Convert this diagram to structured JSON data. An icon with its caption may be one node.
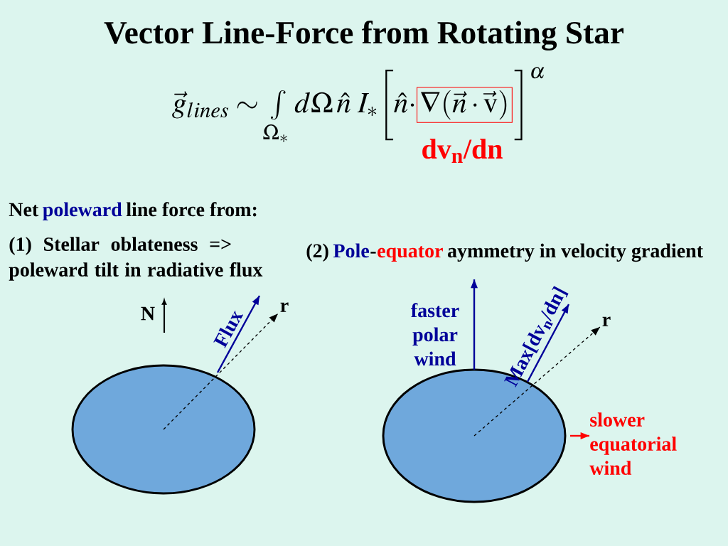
{
  "diagram": {
    "title": "Vector Line-Force from Rotating Star",
    "nodes": [
      {
        "text": [],
        "shape": "ellipse"
      },
      {
        "text": [
          "r"
        ]
      },
      {
        "text": [],
        "shape": "ellipse"
      },
      {
        "text": [
          "r"
        ]
      },
      {
        "text": [
          "slower equatorial wind"
        ]
      }
    ],
    "edges": [
      {
        "from": 0,
        "to": null,
        "arrow": "to",
        "label": "Flux"
      },
      {
        "from": 0,
        "to": 1,
        "arrow": "to",
        "style": "dashed",
        "color": "#000000"
      },
      {
        "from": 2,
        "to": null,
        "arrow": "to"
      },
      {
        "from": 2,
        "to": null,
        "arrow": "to",
        "label": "Max[dv$_{n}$/dn]"
      },
      {
        "from": 2,
        "to": 3,
        "arrow": "to",
        "style": "dashed",
        "color": "#000000"
      },
      {
        "from": 2,
        "to": 4,
        "arrow": "to",
        "color": "#ff0000"
      }
    ],
    "labels": [
      "\\vec g_{lines} \\sim \\int\\limits_{\\Omega_*} d\\Omega\\,\\hat n\\; I_*\\biggl[\\hat n\\cdot",
      "\\nabla(\\vec n\\cdot\\vec{\\mathrm{v}})",
      "\\biggr]^{\\alpha}",
      "dv$_{n}$/dn",
      "Net",
      "poleward",
      "line force from:",
      "(1) Stellar oblateness => poleward tilt in radiative flux",
      "(2)",
      "Pole",
      "-",
      "equator",
      "aymmetry in velocity gradient",
      "N",
      "faster polar wind"
    ]
  }
}
